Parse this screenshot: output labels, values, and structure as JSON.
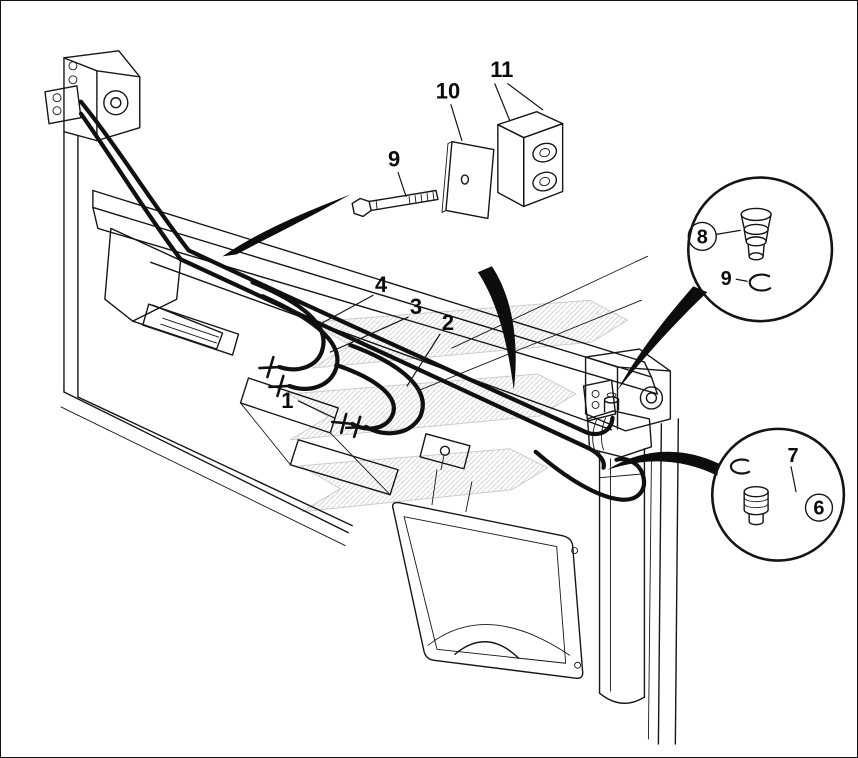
{
  "colors": {
    "background": "#ffffff",
    "line": "#161616",
    "watermark": "#a9a9a9"
  },
  "callouts": {
    "hose_1": "1",
    "hose_2": "2",
    "hose_3": "3",
    "hose_4": "4",
    "plug_6": "6",
    "snap_ring_7": "7",
    "plug_8": "8",
    "snap_ring_9": "9",
    "bolt_9": "9",
    "clamp_plate_10": "10",
    "clamp_block_11": "11"
  }
}
